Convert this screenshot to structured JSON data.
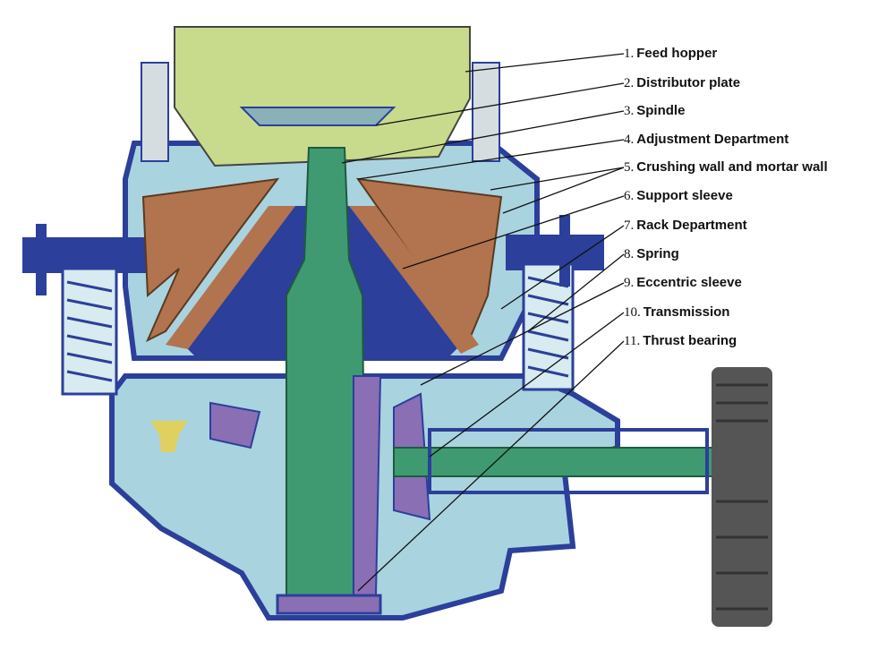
{
  "colors": {
    "frame": "#2c3f9a",
    "body": "#a9d3df",
    "hopper": "#c8db8c",
    "liner": "#b2734f",
    "spindle": "#3f9a72",
    "sleeve": "#8a6fb5",
    "pulley": "#555555"
  },
  "labels": [
    {
      "num": "1.",
      "text": "Feed hopper"
    },
    {
      "num": "2.",
      "text": "Distributor plate"
    },
    {
      "num": "3.",
      "text": "Spindle"
    },
    {
      "num": "4.",
      "text": "Adjustment Department"
    },
    {
      "num": "5.",
      "text": "Crushing wall and mortar wall"
    },
    {
      "num": "6.",
      "text": "Support sleeve"
    },
    {
      "num": "7.",
      "text": "Rack Department"
    },
    {
      "num": "8.",
      "text": "Spring"
    },
    {
      "num": "9.",
      "text": "Eccentric sleeve"
    },
    {
      "num": "10.",
      "text": "Transmission"
    },
    {
      "num": "11.",
      "text": "Thrust bearing"
    }
  ]
}
